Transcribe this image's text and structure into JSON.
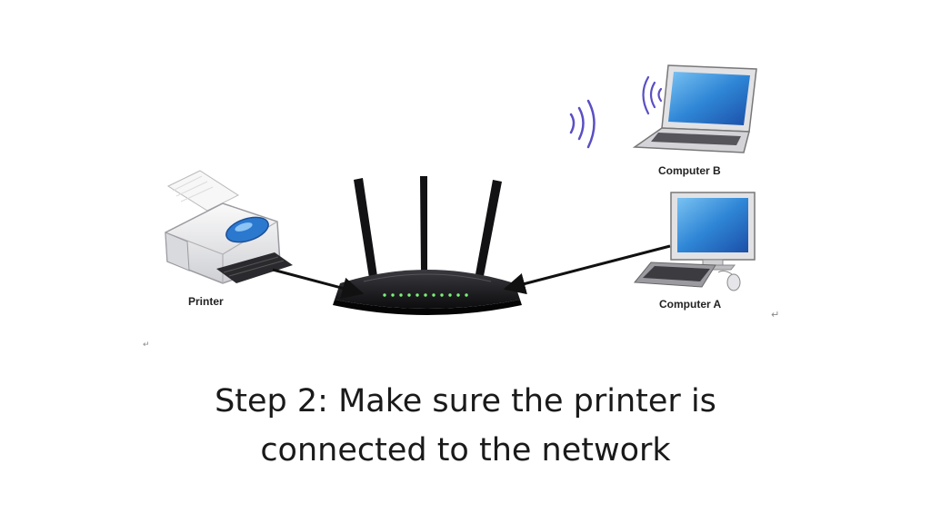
{
  "diagram": {
    "devices": {
      "printer": {
        "label": "Printer"
      },
      "computer_b": {
        "label": "Computer B"
      },
      "computer_a": {
        "label": "Computer A"
      },
      "router": {
        "label": ""
      }
    },
    "connections": [
      {
        "from": "printer",
        "to": "router",
        "kind": "wired"
      },
      {
        "from": "computer_a",
        "to": "router",
        "kind": "wired"
      },
      {
        "from": "computer_b",
        "to": "router",
        "kind": "wireless"
      }
    ]
  },
  "caption": {
    "line1": "Step 2: Make sure the printer is",
    "line2": "connected to the network"
  },
  "colors": {
    "background": "#ffffff",
    "screen_blue": "#2f86d6",
    "wifi_waves": "#5a4fc4",
    "router_body": "#1b1b1f",
    "router_leds": "#7cf27a",
    "printer_body": "#e9e9ec",
    "printer_window": "#2b78cf",
    "arrow": "#111111",
    "text": "#1a1a1a"
  }
}
